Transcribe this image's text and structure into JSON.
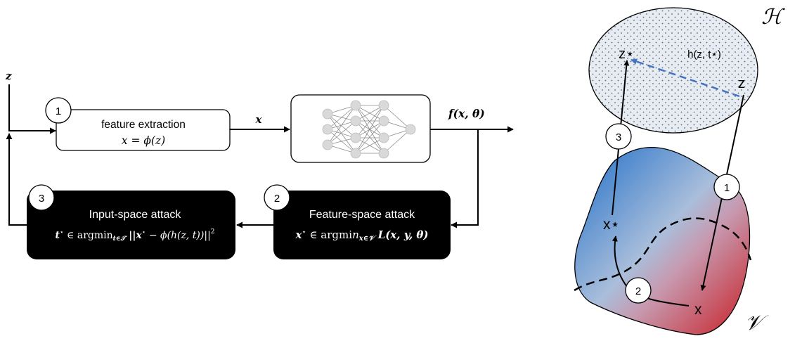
{
  "pipeline": {
    "input_label": "z",
    "feature_extraction": {
      "step": "1",
      "title": "feature extraction",
      "formula": "x = ϕ(z)"
    },
    "feature_label": "x",
    "output_label": "f(x, θ)",
    "feature_space_attack": {
      "step": "2",
      "title": "Feature-space attack",
      "formula": "x* ∈ argmin x∈𝒱 L(x, y, θ)",
      "formula_parts": {
        "lhs": "x",
        "star": "⋆",
        "in": " ∈ argmi",
        "n": "n",
        "sub": "x∈𝒱",
        "rest": " L(x, y, θ)"
      }
    },
    "input_space_attack": {
      "step": "3",
      "title": "Input-space attack",
      "formula": "t* ∈ argmin t∈𝒯 ||x* − ϕ(h(z, t))||²",
      "formula_parts": {
        "lhs": "t",
        "star": "⋆",
        "in": " ∈ argmin",
        "sub": "t∈𝒯",
        "rest": " ||x",
        "star2": "⋆",
        "rest2": " − ϕ(h(z, t))||",
        "sup": "2"
      }
    }
  },
  "spaces": {
    "problem_space": {
      "symbol": "ℋ",
      "z_star": "z⋆",
      "z": "z",
      "transform": "h(z, t⋆)"
    },
    "feature_space": {
      "symbol": "𝒱",
      "x_star": "x⋆",
      "x": "x"
    },
    "steps": [
      "1",
      "2",
      "3"
    ]
  },
  "colors": {
    "ink": "#000000",
    "attack_box": "#000000",
    "dashed_arrow": "#4472c4",
    "blue_region": "#2a72c2",
    "red_region": "#c8202b",
    "dot_fill": "#e6ecf2"
  }
}
